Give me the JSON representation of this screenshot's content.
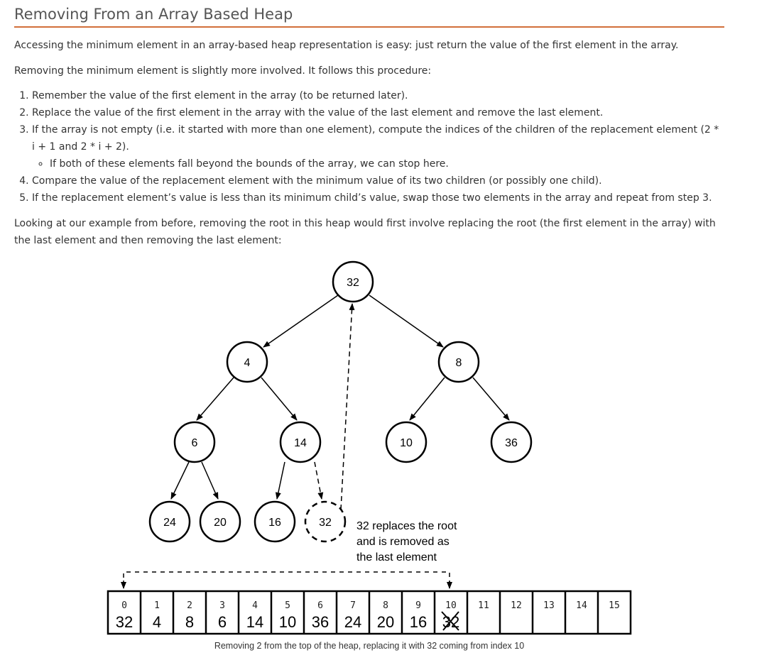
{
  "title": "Removing From an Array Based Heap",
  "para1": "Accessing the minimum element in an array-based heap representation is easy: just return the value of the first element in the array.",
  "para2": "Removing the minimum element is slightly more involved. It follows this procedure:",
  "steps": [
    "Remember the value of the first element in the array (to be returned later).",
    "Replace the value of the first element in the array with the value of the last element and remove the last element.",
    "If the array is not empty (i.e. it started with more than one element), compute the indices of the children of the replacement element (2 * i + 1 and 2 * i + 2).",
    "Compare the value of the replacement element with the minimum value of its two children (or possibly one child).",
    "If the replacement element’s value is less than its minimum child’s value, swap those two elements in the array and repeat from step 3."
  ],
  "substep": "If both of these elements fall beyond the bounds of the array, we can stop here.",
  "para3": "Looking at our example from before, removing the root in this heap would first involve replacing the root (the first element in the array) with the last element and then removing the last element:",
  "diagram": {
    "nodes": {
      "root": "32",
      "n4": "4",
      "n8": "8",
      "n6": "6",
      "n14": "14",
      "n10": "10",
      "n36": "36",
      "n24": "24",
      "n20": "20",
      "n16": "16",
      "n32": "32"
    },
    "annotation": [
      "32 replaces the root",
      "and is removed as",
      "the last element"
    ],
    "array": {
      "indices": [
        "0",
        "1",
        "2",
        "3",
        "4",
        "5",
        "6",
        "7",
        "8",
        "9",
        "10",
        "11",
        "12",
        "13",
        "14",
        "15"
      ],
      "values": [
        "32",
        "4",
        "8",
        "6",
        "14",
        "10",
        "36",
        "24",
        "20",
        "16",
        "32",
        "",
        "",
        "",
        "",
        ""
      ]
    },
    "caption": "Removing 2 from the top of the heap, replacing it with 32 coming from index 10"
  }
}
